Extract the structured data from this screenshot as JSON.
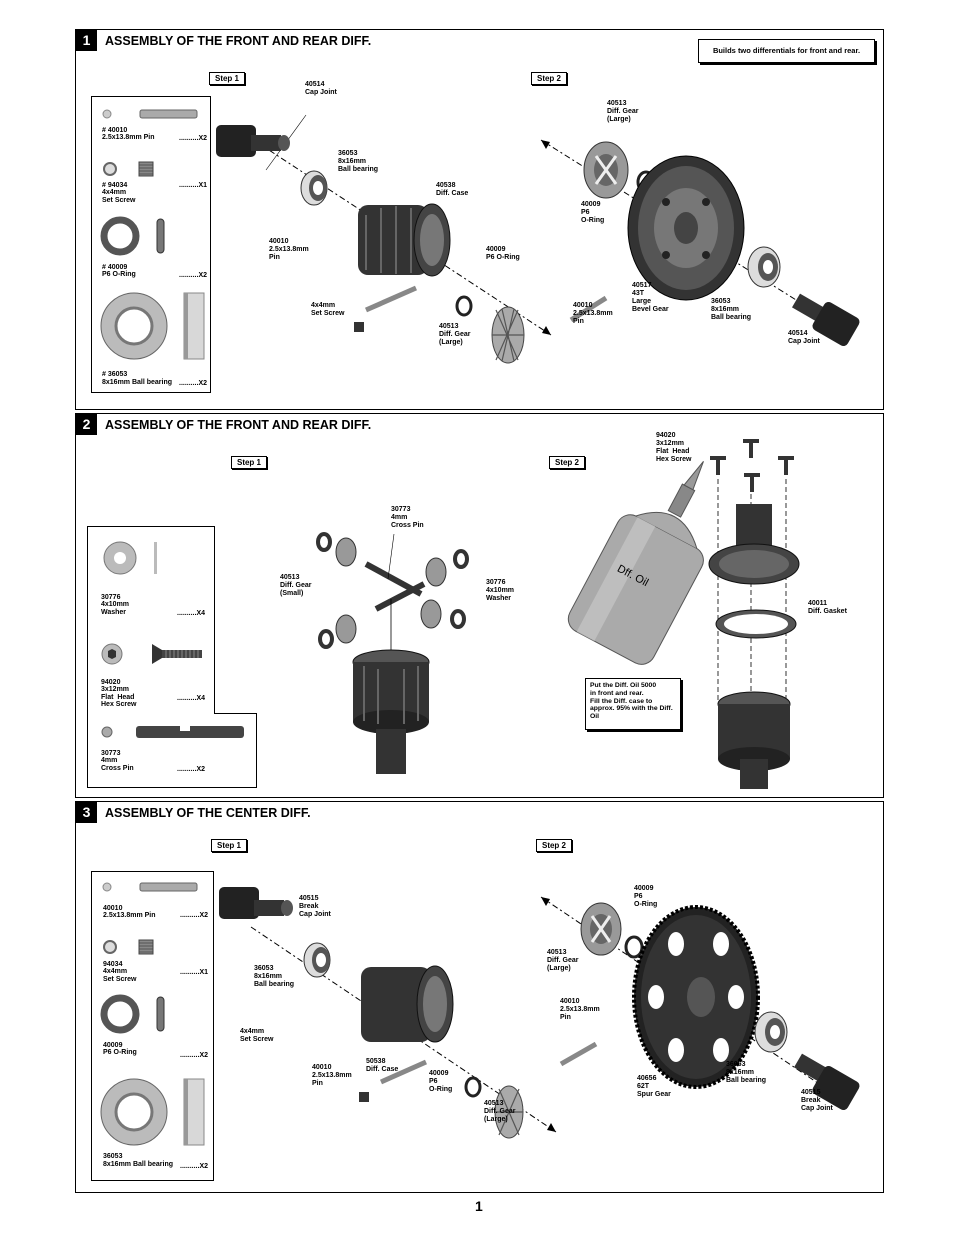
{
  "page_number": "1",
  "sections": [
    {
      "number": "1",
      "title": "ASSEMBLY OF THE FRONT AND REAR DIFF.",
      "note": "Builds two differentials for front and rear.",
      "step1": "Step 1",
      "step2": "Step 2",
      "parts": [
        {
          "id": "# 40010",
          "name": "2.5x13.8mm Pin",
          "qty": "..........X2"
        },
        {
          "id": "# 94034",
          "name": "4x4mm\nSet Screw",
          "qty": "..........X1"
        },
        {
          "id": "# 40009",
          "name": "P6 O-Ring",
          "qty": "..........X2"
        },
        {
          "id": "# 36053",
          "name": "8x16mm Ball bearing",
          "qty": "..........X2"
        }
      ],
      "labels": {
        "s1_cap": "40514\nCap Joint",
        "s1_bearing": "36053\n8x16mm\nBall bearing",
        "s1_case": "40538\nDiff. Case",
        "s1_pin": "40010\n2.5x13.8mm\nPin",
        "s1_oring": "40009\nP6 O-Ring",
        "s1_screw": "4x4mm\nSet Screw",
        "s1_gear": "40513\nDiff. Gear\n(Large)",
        "s2_gear": "40513\nDiff. Gear\n(Large)",
        "s2_oring": "40009\nP6\nO-Ring",
        "s2_bevel": "40517\n43T\nLarge\nBevel Gear",
        "s2_pin": "40010\n2.5x13.8mm\nPin",
        "s2_bearing": "36053\n8x16mm\nBall bearing",
        "s2_cap": "40514\nCap Joint"
      }
    },
    {
      "number": "2",
      "title": "ASSEMBLY OF THE FRONT AND REAR DIFF.",
      "step1": "Step 1",
      "step2": "Step 2",
      "parts": [
        {
          "id": "30776",
          "name": "4x10mm\nWasher",
          "qty": "..........X4"
        },
        {
          "id": "94020",
          "name": "3x12mm\nFlat  Head\nHex Screw",
          "qty": "..........X4"
        },
        {
          "id": "30773",
          "name": "4mm\nCross Pin",
          "qty": "..........X2"
        }
      ],
      "labels": {
        "crosspin": "30773\n4mm\nCross Pin",
        "gear_small": "40513\nDiff. Gear\n(Small)",
        "washer": "30776\n4x10mm\nWasher",
        "screw": "94020\n3x12mm\nFlat  Head\nHex Screw",
        "gasket": "40011\nDiff. Gasket",
        "oil": "Dff. Oil"
      },
      "oil_note": [
        "Put the Diff. Oil 5000",
        "in  front and  rear.",
        "Fill the Diff. case to",
        "approx. 95% with the Diff.",
        "Oil"
      ]
    },
    {
      "number": "3",
      "title": "ASSEMBLY OF THE CENTER DIFF.",
      "step1": "Step 1",
      "step2": "Step 2",
      "parts": [
        {
          "id": "40010",
          "name": "2.5x13.8mm Pin",
          "qty": "..........X2"
        },
        {
          "id": "94034",
          "name": "4x4mm\nSet Screw",
          "qty": "..........X1"
        },
        {
          "id": "40009",
          "name": "P6 O-Ring",
          "qty": "..........X2"
        },
        {
          "id": "36053",
          "name": "8x16mm Ball bearing",
          "qty": "..........X2"
        }
      ],
      "labels": {
        "s1_cap": "40515\nBreak\nCap Joint",
        "s1_bearing": "36053\n8x16mm\nBall bearing",
        "s1_screw": "4x4mm\nSet Screw",
        "s1_pin": "40010\n2.5x13.8mm\nPin",
        "s1_case": "50538\nDiff. Case",
        "s1_oring": "40009\nP6\nO-Ring",
        "s1_gear": "40513\nDiff. Gear\n(Large)",
        "s2_oring": "40009\nP6\nO-Ring",
        "s2_gear": "40513\nDiff. Gear\n(Large)",
        "s2_pin": "40010\n2.5x13.8mm\nPin",
        "s2_spur": "40656\n62T\nSpur Gear",
        "s2_bearing": "36053\n8x16mm\nBall bearing",
        "s2_cap": "40515\nBreak\nCap Joint"
      }
    }
  ]
}
